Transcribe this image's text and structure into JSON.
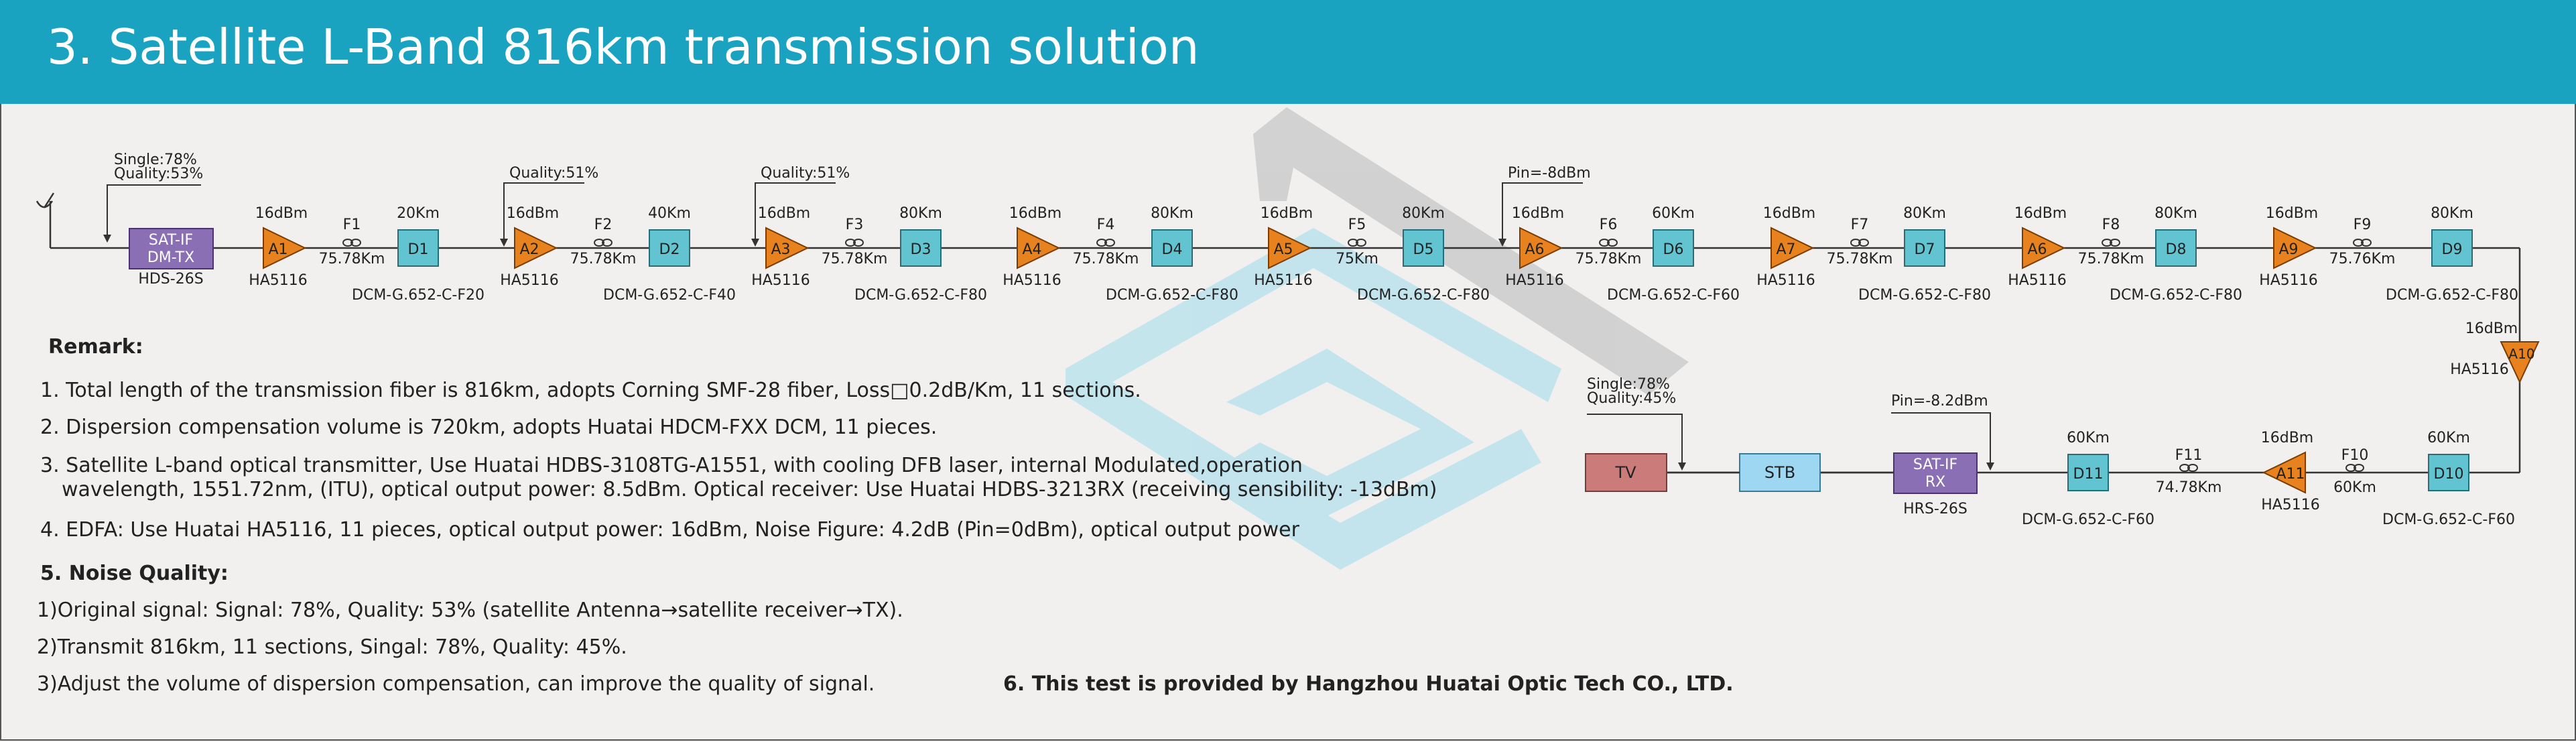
{
  "title": "3. Satellite L-Band 816km transmission solution",
  "colors": {
    "header": "#1aa3c1",
    "amp": "#e8821e",
    "dcm": "#62c4d0",
    "sat": "#8b6fb4",
    "tv": "#cc7b7b",
    "stb": "#9dd7f2"
  },
  "icons": {
    "antenna": "antenna-icon",
    "probe": "probe-arrow-icon",
    "coil": "fiber-coil-icon"
  },
  "tx": {
    "label1": "SAT-IF",
    "label2": "DM-TX",
    "model": "HDS-26S",
    "status1": "Single:78%",
    "status2": "Quality:53%"
  },
  "amplifiers": [
    {
      "id": "A1",
      "power": "16dBm",
      "model": "HA5116"
    },
    {
      "id": "A2",
      "power": "16dBm",
      "model": "HA5116"
    },
    {
      "id": "A3",
      "power": "16dBm",
      "model": "HA5116"
    },
    {
      "id": "A4",
      "power": "16dBm",
      "model": "HA5116"
    },
    {
      "id": "A5",
      "power": "16dBm",
      "model": "HA5116"
    },
    {
      "id": "A6",
      "power": "16dBm",
      "model": "HA5116"
    },
    {
      "id": "A7",
      "power": "16dBm",
      "model": "HA5116"
    },
    {
      "id": "A6",
      "power": "16dBm",
      "model": "HA5116"
    },
    {
      "id": "A9",
      "power": "16dBm",
      "model": "HA5116"
    }
  ],
  "fibers": [
    {
      "id": "F1",
      "length": "75.78Km"
    },
    {
      "id": "F2",
      "length": "75.78Km"
    },
    {
      "id": "F3",
      "length": "75.78Km"
    },
    {
      "id": "F4",
      "length": "75.78Km"
    },
    {
      "id": "F5",
      "length": "75Km"
    },
    {
      "id": "F6",
      "length": "75.78Km"
    },
    {
      "id": "F7",
      "length": "75.78Km"
    },
    {
      "id": "F8",
      "length": "75.78Km"
    },
    {
      "id": "F9",
      "length": "75.76Km"
    }
  ],
  "dcms": [
    {
      "id": "D1",
      "length": "20Km",
      "model": "DCM-G.652-C-F20"
    },
    {
      "id": "D2",
      "length": "40Km",
      "model": "DCM-G.652-C-F40"
    },
    {
      "id": "D3",
      "length": "80Km",
      "model": "DCM-G.652-C-F80"
    },
    {
      "id": "D4",
      "length": "80Km",
      "model": "DCM-G.652-C-F80"
    },
    {
      "id": "D5",
      "length": "80Km",
      "model": "DCM-G.652-C-F80"
    },
    {
      "id": "D6",
      "length": "60Km",
      "model": "DCM-G.652-C-F60"
    },
    {
      "id": "D7",
      "length": "80Km",
      "model": "DCM-G.652-C-F80"
    },
    {
      "id": "D8",
      "length": "80Km",
      "model": "DCM-G.652-C-F80"
    },
    {
      "id": "D9",
      "length": "80Km",
      "model": "DCM-G.652-C-F80"
    }
  ],
  "probes": [
    "Quality:51%",
    "Quality:51%",
    "Pin=-8dBm"
  ],
  "a10": {
    "id": "A10",
    "power": "16dBm",
    "model": "HA5116"
  },
  "d10": {
    "id": "D10",
    "length": "60Km",
    "model": "DCM-G.652-C-F60"
  },
  "f10": {
    "id": "F10",
    "length": "60Km"
  },
  "a11": {
    "id": "A11",
    "power": "16dBm",
    "model": "HA5116"
  },
  "f11": {
    "id": "F11",
    "length": "74.78Km"
  },
  "d11": {
    "id": "D11",
    "length": "60Km",
    "model": "DCM-G.652-C-F60"
  },
  "rx": {
    "label1": "SAT-IF",
    "label2": "RX",
    "model": "HRS-26S",
    "pin": "Pin=-8.2dBm"
  },
  "stb": "STB",
  "tv": "TV",
  "rx_status": {
    "line1": "Single:78%",
    "line2": "Quality:45%"
  },
  "remark": {
    "title": "Remark:",
    "items": [
      "1. Total length of the transmission fiber is 816km, adopts Corning SMF-28 fiber, Loss□0.2dB/Km, 11 sections.",
      "2. Dispersion compensation volume is 720km, adopts Huatai HDCM-FXX DCM, 11 pieces.",
      "3. Satellite L-band optical transmitter, Use Huatai HDBS-3108TG-A1551, with cooling DFB laser, internal Modulated,operation",
      "wavelength, 1551.72nm, (ITU), optical output power: 8.5dBm. Optical receiver: Use Huatai HDBS-3213RX (receiving sensibility: -13dBm)",
      "4. EDFA: Use Huatai HA5116, 11 pieces, optical output power: 16dBm, Noise Figure: 4.2dB (Pin=0dBm), optical output power",
      "5. Noise Quality:",
      "1)Original signal: Signal: 78%, Quality: 53% (satellite Antenna→satellite receiver→TX).",
      "2)Transmit 816km, 11 sections, Singal: 78%, Quality: 45%.",
      "3)Adjust the volume of dispersion compensation, can improve the quality of signal."
    ],
    "note": "6. This test is provided by Hangzhou Huatai Optic Tech CO., LTD."
  }
}
